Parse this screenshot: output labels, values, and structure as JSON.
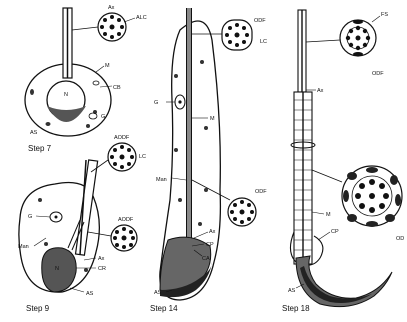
{
  "figure": {
    "step7": {
      "title": "Step 7",
      "labels": {
        "ax": "Ax",
        "alc": "ALC",
        "m": "M",
        "cb": "CB",
        "g": "G",
        "as": "AS",
        "n": "N"
      }
    },
    "step9": {
      "title": "Step 9",
      "labels": {
        "aodf": "AODF",
        "lc": "LC",
        "g": "G",
        "man": "Man",
        "aodf2": "AODF",
        "ax": "Ax",
        "cr": "CR",
        "as": "AS",
        "n": "N"
      }
    },
    "step14": {
      "title": "Step 14",
      "labels": {
        "odf": "ODF",
        "lc": "LC",
        "g": "G",
        "m": "M",
        "man": "Man",
        "odf2": "ODF",
        "ax": "Ax",
        "cp": "CP",
        "ca": "CA",
        "as": "AS"
      }
    },
    "step18": {
      "title": "Step 18",
      "labels": {
        "fs": "FS",
        "odf": "ODF",
        "ax": "Ax",
        "m": "M",
        "cp": "CP",
        "as": "AS",
        "od": "OD"
      }
    }
  },
  "icons": [
    "sperm-cell-drawing",
    "axoneme-cross-section-drawing"
  ]
}
